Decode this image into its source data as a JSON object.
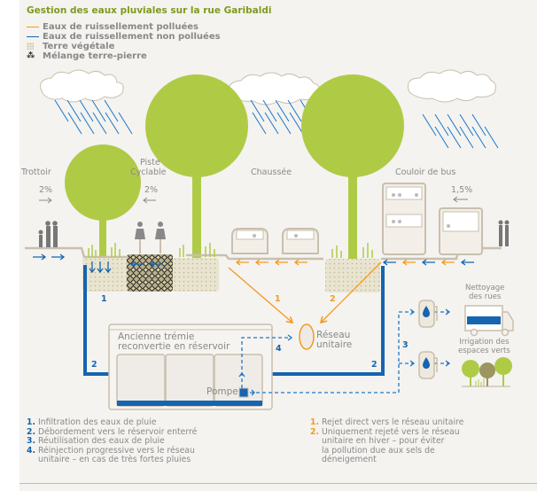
{
  "title": "Gestion des eaux pluviales sur la rue Garibaldi",
  "legend": [
    {
      "icon": "orange-line",
      "label": "Eaux de ruissellement polluées",
      "color": "#f39a1f"
    },
    {
      "icon": "blue-line",
      "label": "Eaux de ruissellement non polluées",
      "color": "#1565b0"
    },
    {
      "icon": "dotted-square",
      "label": "Terre végétale"
    },
    {
      "icon": "stone-mix-square",
      "label": "Mélange terre-pierre"
    }
  ],
  "zones": {
    "trottoir": {
      "label": "Trottoir",
      "slope": "2%"
    },
    "piste": {
      "label": "Piste\nCyclable",
      "label_line1": "Piste",
      "label_line2": "Cyclable",
      "slope": "2%"
    },
    "chaussee": {
      "label": "Chaussée"
    },
    "bus": {
      "label": "Couloir de bus",
      "slope": "1,5%"
    }
  },
  "flow_numbers": {
    "blue_1": "1",
    "blue_2_left": "2",
    "blue_2_right": "2",
    "blue_3": "3",
    "blue_4": "4",
    "orange_1": "1",
    "orange_2": "2"
  },
  "reservoir": {
    "label_line1": "Ancienne trémie",
    "label_line2": "reconvertie en réservoir",
    "pump_label": "Pompe"
  },
  "network": {
    "label_line1": "Réseau",
    "label_line2": "unitaire"
  },
  "uses": [
    {
      "label_line1": "Nettoyage",
      "label_line2": "des rues"
    },
    {
      "label_line1": "Irrigation des",
      "label_line2": "espaces verts"
    }
  ],
  "notes_blue": [
    {
      "num": "1.",
      "text": "Infiltration des eaux de pluie"
    },
    {
      "num": "2.",
      "text": "Débordement vers le réservoir enterré"
    },
    {
      "num": "3.",
      "text": "Réutilisation des eaux de pluie"
    },
    {
      "num": "4.",
      "text": "Réinjection progressive vers le réseau",
      "cont": "unitaire – en cas de très fortes pluies"
    }
  ],
  "notes_orange": [
    {
      "num": "1.",
      "text": "Rejet direct vers le réseau unitaire"
    },
    {
      "num": "2.",
      "text": "Uniquement rejeté vers le réseau",
      "cont1": "unitaire en hiver – pour éviter",
      "cont2": "la pollution due aux sels de",
      "cont3": "déneigement"
    }
  ],
  "colors": {
    "title": "#7f9a1e",
    "polluted": "#f39a1f",
    "clean": "#1565b0",
    "tree": "#afcb46",
    "text": "#8a8a8a",
    "background": "#f4f3f0"
  }
}
